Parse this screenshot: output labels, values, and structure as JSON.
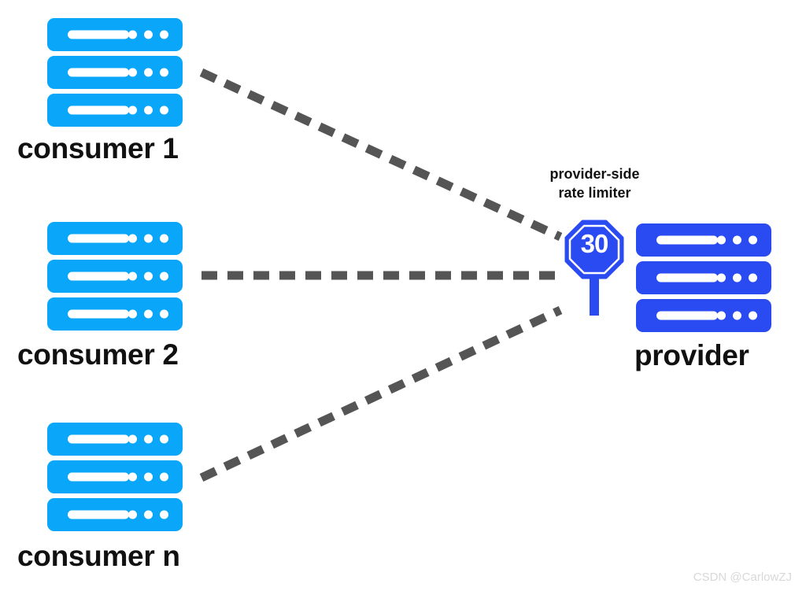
{
  "diagram": {
    "title": "provider-side rate limiter",
    "colors": {
      "consumer_blue": "#0aa6fa",
      "provider_blue": "#2b4bf2",
      "connector_gray": "#555555",
      "background": "#ffffff",
      "label_text": "#111111",
      "watermark": "#d8d8d8"
    },
    "consumers": [
      {
        "label": "consumer 1",
        "icon": "server-stack-icon",
        "units": 3
      },
      {
        "label": "consumer 2",
        "icon": "server-stack-icon",
        "units": 3
      },
      {
        "label": "consumer n",
        "icon": "server-stack-icon",
        "units": 3
      }
    ],
    "provider": {
      "label": "provider",
      "icon": "server-stack-icon",
      "units": 3
    },
    "rate_limiter": {
      "caption_line1": "provider-side",
      "caption_line2": "rate limiter",
      "icon": "octagon-speed-limit-sign-icon",
      "value": "30"
    },
    "connections": [
      {
        "from": "consumer 1",
        "to": "rate limiter",
        "style": "dashed"
      },
      {
        "from": "consumer 2",
        "to": "rate limiter",
        "style": "dashed"
      },
      {
        "from": "consumer n",
        "to": "rate limiter",
        "style": "dashed"
      }
    ],
    "watermark": "CSDN @CarlowZJ"
  }
}
